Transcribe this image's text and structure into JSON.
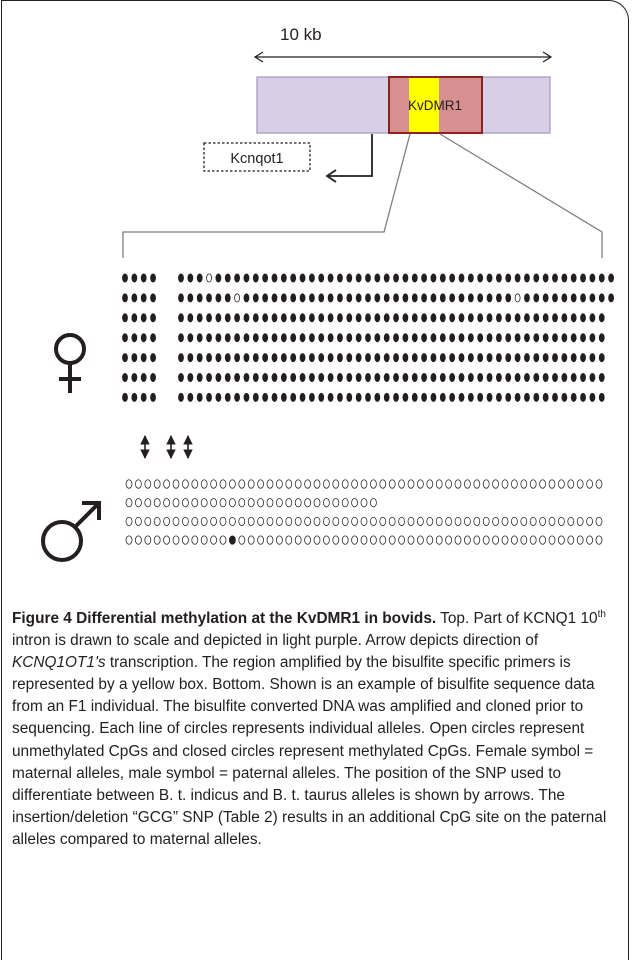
{
  "figure": {
    "scale_label": "10 kb",
    "dmr_label": "KvDMR1",
    "gene_label": "Kcnqot1",
    "colors": {
      "intron_box": "#d8cfe6",
      "intron_border": "#a494c2",
      "dmr_box": "#d6908f",
      "dmr_border": "#8b2323",
      "amplified_region": "#ffff00",
      "line_color": "#231f20"
    },
    "maternal": {
      "symbol_icon": "female-symbol-icon",
      "rows": [
        {
          "left": "••••",
          "right": "•••○•••••••••••••••••••••••••••••••••••••••••••"
        },
        {
          "left": "••••",
          "right": "••••••○•••••••••••••••••••••••••••••○••••••••••"
        },
        {
          "left": "••••",
          "right": "••••••••••••••••••••••••••••••••••••••••••••••"
        },
        {
          "left": "••••",
          "right": "••••••••••••••••••••••••••••••••••••••••••••••"
        },
        {
          "left": "••••",
          "right": "••••••••••••••••••••••••••••••••••••••••••••••"
        },
        {
          "left": "••••",
          "right": "••••••••••••••••••••••••••••••••••••••••••••••"
        },
        {
          "left": "••••",
          "right": "••••••••••••••••••••••••••••••••••••••••••••••"
        }
      ]
    },
    "snp_arrow_icon": "double-headed-arrow-icon",
    "paternal": {
      "symbol_icon": "male-symbol-icon",
      "rows": [
        "000000000000000000000000000000000000000000000000000",
        "000000000000000000000000000",
        "000000000000000000000000000000000000000000000000000",
        "00000000000•000000000000000000000000000000000000000"
      ]
    }
  },
  "caption": {
    "title": "Figure 4 Differential methylation at the KvDMR1 in bovids.",
    "t1": " Top. Part of KCNQ1 10",
    "t1_sup": "th",
    "t2": " intron is drawn to scale and depicted in light purple. Arrow depicts direction of ",
    "t2_italic": "KCNQ1OT1's",
    "t3": " transcription. The region amplified by the bisulfite specific primers is represented by a yellow box. Bottom. Shown is an example of bisulfite sequence data from an F1 individual. The bisulfite converted DNA was amplified and cloned prior to sequencing. Each line of circles represents individual alleles. Open circles represent unmethylated CpGs and closed circles represent methylated CpGs. Female symbol = maternal alleles, male symbol = paternal alleles. The position of the SNP used to differentiate between B. t. indicus and B. t. taurus alleles is shown by arrows. The insertion/deletion “GCG” SNP (Table 2) results in an additional CpG site on the paternal alleles compared to maternal alleles."
  }
}
